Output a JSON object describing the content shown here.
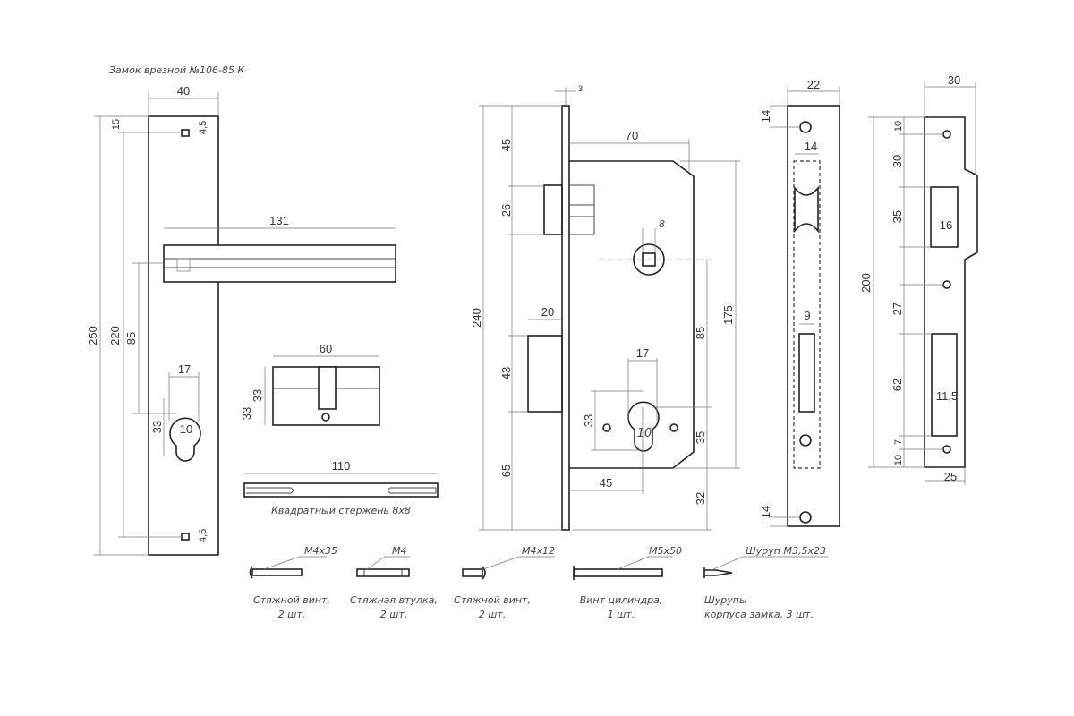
{
  "title": "Замок врезной №106-85 К",
  "handle": {
    "w": "40",
    "lever": "131",
    "h_total": "250",
    "h_holes": "220",
    "h_axis": "85",
    "top": "15",
    "screw_top": "4,5",
    "screw_bot": "4,5",
    "key_w": "17",
    "key_h": "33",
    "key_slot": "10"
  },
  "cylinder": {
    "w": "60",
    "h1": "33",
    "h2": "33"
  },
  "bar": {
    "w": "110",
    "label": "Квадратный стержень 8х8"
  },
  "lock": {
    "face": "3",
    "total": "240",
    "d45": "45",
    "d26": "26",
    "d43": "43",
    "d65": "65",
    "d20": "20",
    "d70": "70",
    "sq8": "8",
    "d175": "175",
    "d85": "85",
    "d35": "35",
    "d32": "32",
    "d17": "17",
    "d33": "33",
    "d10": "10",
    "d45b": "45"
  },
  "strike1": {
    "w": "22",
    "top": "14",
    "inner": "14",
    "slot": "9",
    "bot": "14"
  },
  "strike2": {
    "w": "30",
    "total": "200",
    "a": "10",
    "b": "30",
    "c": "35",
    "d": "27",
    "e": "62",
    "f": "10",
    "g": "7",
    "hole1": "16",
    "hole2": "11,5",
    "bottom": "25"
  },
  "parts": [
    {
      "spec": "M4x35",
      "name1": "Стяжной винт,",
      "name2": "2 шт."
    },
    {
      "spec": "M4",
      "name1": "Стяжная втулка,",
      "name2": "2 шт."
    },
    {
      "spec": "M4x12",
      "name1": "Стяжной винт,",
      "name2": "2 шт."
    },
    {
      "spec": "M5x50",
      "name1": "Винт цилиндра,",
      "name2": "1 шт."
    },
    {
      "spec": "Шуруп М3,5х23",
      "name1": "Шурупы",
      "name2": "корпуса замка, 3 шт."
    }
  ]
}
